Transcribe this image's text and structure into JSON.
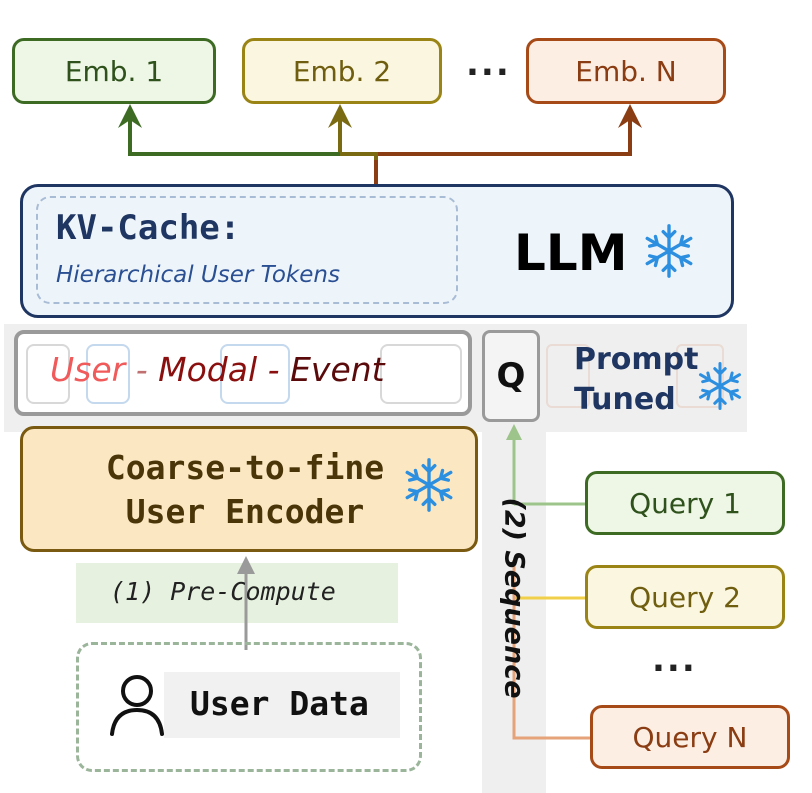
{
  "embeddings": [
    "Emb. 1",
    "Emb. 2",
    "Emb. N"
  ],
  "emb_dots": "...",
  "llm": {
    "kv_title": "KV-Cache:",
    "kv_subtitle": "Hierarchical User Tokens",
    "label": "LLM"
  },
  "tokens": {
    "user": "User",
    "sep1": "-",
    "modal": "Modal",
    "sep2": "-",
    "event": "Event"
  },
  "query_token": "Q",
  "prompt": [
    "Prompt",
    "Tuned"
  ],
  "encoder": [
    "Coarse-to-fine",
    "User Encoder"
  ],
  "precompute": "(1) Pre-Compute",
  "sequence": "(2) Sequence",
  "user_data": "User Data",
  "queries": [
    "Query 1",
    "Query 2",
    "Query N"
  ],
  "query_dots": "...",
  "colors": {
    "green": "#3d6b24",
    "olive": "#7a6a12",
    "brown": "#8a3c12",
    "navy": "#1f3562",
    "encoder_fill": "#fbe7c2",
    "encoder_border": "#7a5a10",
    "snow": "#2d8fe0"
  }
}
